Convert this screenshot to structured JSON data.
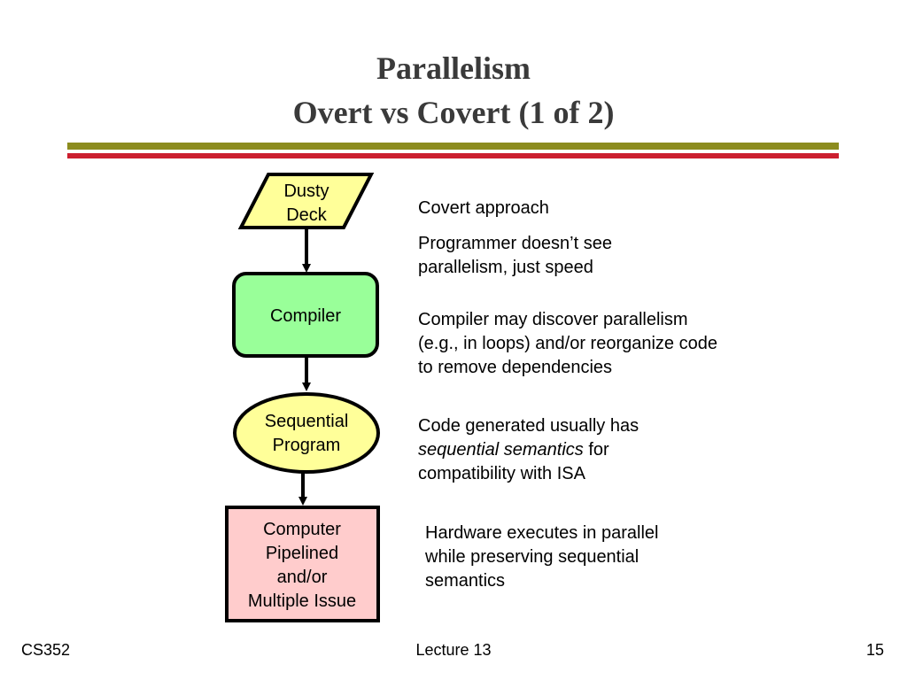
{
  "slide": {
    "title_line1": "Parallelism",
    "title_line2": "Overt vs Covert (1 of 2)"
  },
  "colors": {
    "title_text": "#3a3a3a",
    "rule_olive": "#8c8c1e",
    "rule_red": "#cc1f2f",
    "dusty_deck_fill": "#ffff99",
    "compiler_fill": "#99ff99",
    "sequential_program_fill": "#ffff99",
    "computer_fill": "#ffcccc"
  },
  "flowchart": {
    "dusty_deck": {
      "line1": "Dusty",
      "line2": "Deck"
    },
    "compiler": {
      "label": "Compiler"
    },
    "sequential_program": {
      "line1": "Sequential",
      "line2": "Program"
    },
    "computer": {
      "line1": "Computer",
      "line2": "Pipelined",
      "line3": "and/or",
      "line4": "Multiple Issue"
    }
  },
  "bullets": {
    "covert_approach": "Covert approach",
    "programmer_line1": "Programmer doesn’t see",
    "programmer_line2": "parallelism, just speed",
    "compiler_line1": "Compiler may discover parallelism",
    "compiler_line2": "(e.g., in loops) and/or reorganize code",
    "compiler_line3": "to remove dependencies",
    "code_line1": "Code generated usually has",
    "code_italic": "sequential semantics",
    "code_after_italic": " for",
    "code_line3": "compatibility with ISA",
    "hardware_line1": "Hardware executes in parallel",
    "hardware_line2": "while preserving sequential",
    "hardware_line3": "semantics"
  },
  "footer": {
    "left": "CS352",
    "center": "Lecture 13",
    "right": "15"
  }
}
